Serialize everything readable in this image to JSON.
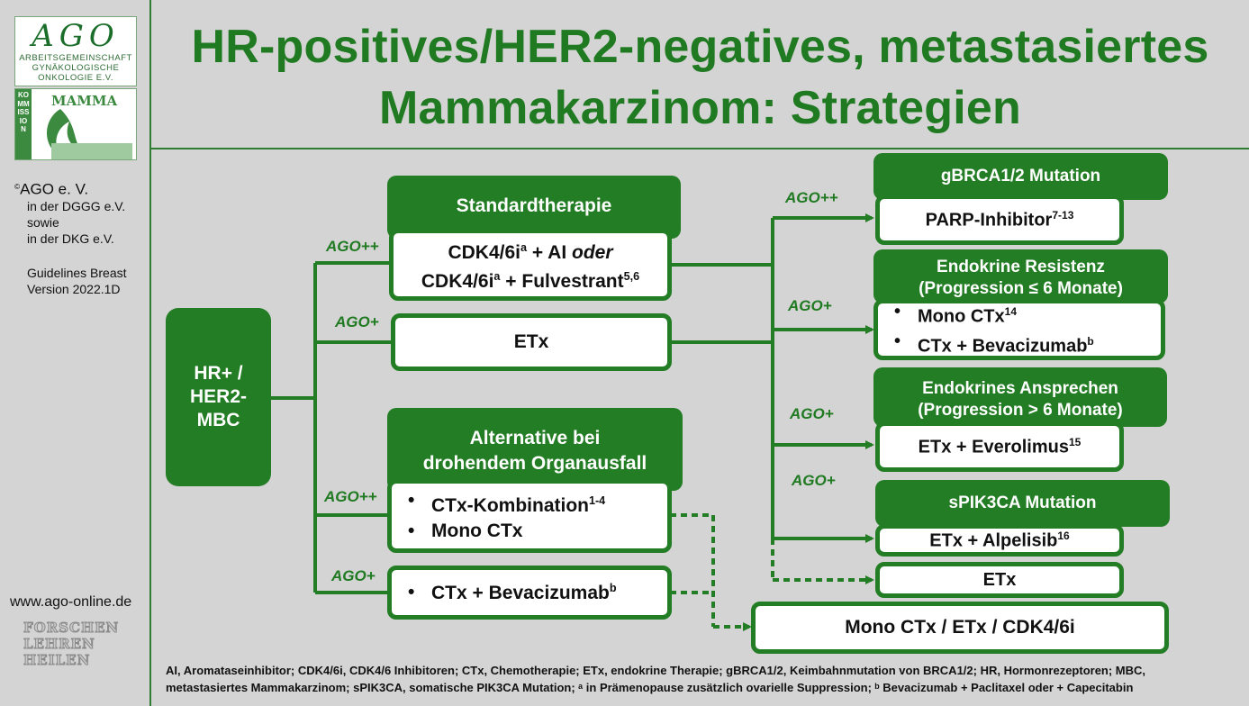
{
  "sidebar": {
    "logo_ago_mark": "AGO",
    "logo_ago_lines": [
      "ARBEITSGEMEINSCHAFT",
      "GYNÄKOLOGISCHE",
      "ONKOLOGIE  E.V."
    ],
    "logo_mamma_word": "MAMMA",
    "logo_mamma_vertical": "KOMMISSION",
    "copyright_symbol": "©",
    "copyright_org": "AGO e. V.",
    "line_dggg": "in der DGGG e.V.",
    "line_sowie": "sowie",
    "line_dkg": "in der DKG e.V.",
    "guidelines": "Guidelines Breast",
    "version": "Version 2022.1D",
    "website": "www.ago-online.de",
    "slogan": [
      "FORSCHEN",
      "LEHREN",
      "HEILEN"
    ]
  },
  "title": {
    "line1": "HR-positives/HER2-negatives, metastasiertes",
    "line2": "Mammakarzinom: Strategien"
  },
  "diagram": {
    "start": [
      "HR+ /",
      "HER2-",
      "MBC"
    ],
    "standard_header": "Standardtherapie",
    "standard_line1_a": "CDK4/6i",
    "standard_line1_sup": "a",
    "standard_line1_b": " + AI ",
    "standard_line1_c": "oder",
    "standard_line2_a": "CDK4/6i",
    "standard_line2_sup": "a",
    "standard_line2_b": " + Fulvestrant",
    "standard_line2_sup2": "5,6",
    "etx": "ETx",
    "alt_header_1": "Alternative bei",
    "alt_header_2": "drohendem Organausfall",
    "alt_item1": "CTx-Kombination",
    "alt_item1_sup": "1-4",
    "alt_item2": "Mono CTx",
    "bev_item": "CTx + Bevacizumab",
    "bev_sup": "b",
    "labels": {
      "left_1": "AGO++",
      "left_2": "AGO+",
      "left_3": "AGO++",
      "left_4": "AGO+",
      "right_1": "AGO++",
      "right_2": "AGO+",
      "right_3": "AGO+",
      "right_4": "AGO+"
    },
    "brca_header": "gBRCA1/2 Mutation",
    "parp": "PARP-Inhibitor",
    "parp_sup": "7-13",
    "resist_header_1": "Endokrine Resistenz",
    "resist_header_2": "(Progression ≤ 6 Monate)",
    "resist_item1": "Mono CTx",
    "resist_item1_sup": "14",
    "resist_item2": "CTx + Bevacizumab",
    "resist_item2_sup": "b",
    "sens_header_1": "Endokrines Ansprechen",
    "sens_header_2": "(Progression > 6 Monate)",
    "everolimus": "ETx + Everolimus",
    "everolimus_sup": "15",
    "pik_header": "sPIK3CA Mutation",
    "alpelisib": "ETx + Alpelisib",
    "alpelisib_sup": "16",
    "etx_right": "ETx",
    "final": "Mono CTx / ETx / CDK4/6i"
  },
  "footer": {
    "line1": "AI, Aromataseinhibitor; CDK4/6i, CDK4/6 Inhibitoren; CTx, Chemotherapie; ETx, endokrine Therapie; gBRCA1/2, Keimbahnmutation von BRCA1/2; HR, Hormonrezeptoren; MBC,",
    "line2": "metastasiertes Mammakarzinom; sPIK3CA, somatische PIK3CA Mutation; ᵃ in Prämenopause zusätzlich ovarielle Suppression; ᵇ Bevacizumab + Paclitaxel oder + Capecitabin"
  },
  "colors": {
    "brand_green": "#237d24",
    "background": "#d4d4d4"
  }
}
